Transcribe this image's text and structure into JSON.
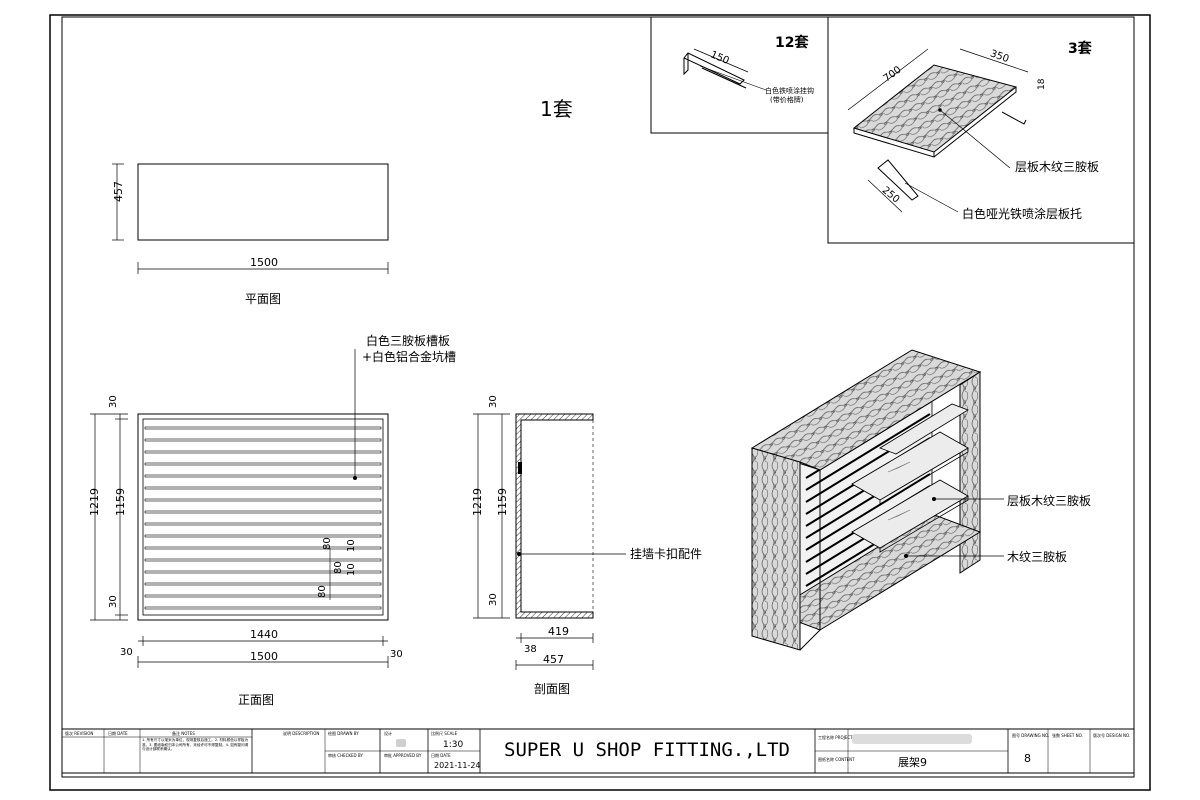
{
  "set_main": "1套",
  "set_hook": "12套",
  "set_shelf": "3套",
  "hook": {
    "dim": "150",
    "note_1": "白色铁喷涂挂钩",
    "note_2": "(带价格牌)"
  },
  "shelf_detail": {
    "dim_length": "700",
    "dim_depth": "350",
    "dim_thick": "18",
    "dim_bracket": "250",
    "label_board": "层板木纹三胺板",
    "label_bracket": "白色哑光铁喷涂层板托"
  },
  "plan": {
    "dim_depth": "457",
    "dim_width": "1500",
    "title": "平面图"
  },
  "front": {
    "note_1": "白色三胺板槽板",
    "note_2": "+白色铝合金坑槽",
    "dim_top": "30",
    "dim_bottom": "30",
    "dim_height": "1219",
    "dim_inner": "1159",
    "slot_80a": "80",
    "slot_80b": "80",
    "slot_80c": "80",
    "slot_10a": "10",
    "slot_10b": "10",
    "dim_inner_width": "1440",
    "dim_side_l": "30",
    "dim_side_r": "30",
    "dim_width": "1500",
    "title": "正面图"
  },
  "section": {
    "dim_top": "30",
    "dim_bottom": "30",
    "dim_height": "1219",
    "dim_inner": "1159",
    "label_clip": "挂墙卡扣配件",
    "dim_inner_depth": "419",
    "dim_back": "38",
    "dim_depth": "457",
    "title": "剖面图"
  },
  "iso": {
    "label_shelf": "层板木纹三胺板",
    "label_body": "木纹三胺板"
  },
  "titleblock": {
    "col_no": "版次 REVISION",
    "col_date": "日期 DATE",
    "col_notes": "备注 NOTES",
    "notes_text": "1. 所有尺寸以毫米为单位，现场复核后施工。2. 材料颜色以样板为准。3. 图纸版权归本公司所有，未经许可不得复制。4. 如有疑问请与设计部联系确认。",
    "col_desc": "说明 DESCRIPTION",
    "drawn_by": "绘图 DRAWN BY",
    "checked_by": "审核 CHECKED BY",
    "design": "设计",
    "approved_by": "审批 APPROVED BY",
    "scale_label": "比例尺 SCALE",
    "scale_value": "1:30",
    "date_label": "日期 DATE",
    "date_value": "2021-11-24",
    "company": "SUPER U SHOP FITTING.,LTD",
    "project_label": "工程名称 PROJECT",
    "content_label": "图纸名称 CONTENT",
    "content_value": "展架9",
    "drawing_no_label": "图号 DRAWING NO.",
    "drawing_no_value": "8",
    "sheet_label": "张数 SHEET NO.",
    "rev_label": "版次号 DESIGN NO."
  },
  "colors": {
    "line": "#000000",
    "wood": "#d9d9d9",
    "grain": "#555555"
  }
}
